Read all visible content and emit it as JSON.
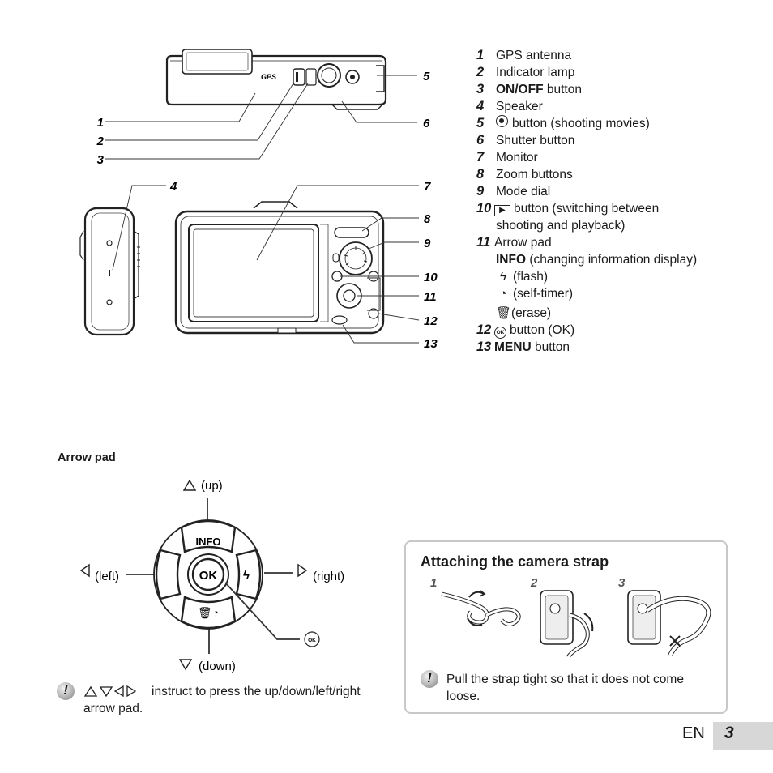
{
  "figure_labels": {
    "c1": "1",
    "c2": "2",
    "c3": "3",
    "c4": "4",
    "c5": "5",
    "c6": "6",
    "c7": "7",
    "c8": "8",
    "c9": "9",
    "c10": "10",
    "c11": "11",
    "c12": "12",
    "c13": "13",
    "gps_marking": "GPS"
  },
  "parts_list": [
    {
      "num": "1",
      "text": "GPS antenna"
    },
    {
      "num": "2",
      "text": "Indicator lamp"
    },
    {
      "num": "3",
      "bold": "ON/OFF",
      "text": " button"
    },
    {
      "num": "4",
      "text": "Speaker"
    },
    {
      "num": "5",
      "text": "button (shooting movies)",
      "icon": "movie-record-icon"
    },
    {
      "num": "6",
      "text": "Shutter button"
    },
    {
      "num": "7",
      "text": "Monitor"
    },
    {
      "num": "8",
      "text": "Zoom buttons"
    },
    {
      "num": "9",
      "text": "Mode dial"
    },
    {
      "num": "10",
      "text": "button (switching between",
      "cont": "shooting and playback)",
      "icon": "playback-icon"
    },
    {
      "num": "11",
      "text": "Arrow pad"
    },
    {
      "num": "12",
      "text": "button (OK)",
      "icon": "ok-button-icon"
    },
    {
      "num": "13",
      "bold": "MENU",
      "text": " button"
    }
  ],
  "arrow_pad_subitems": [
    {
      "bold": "INFO",
      "text": " (changing information display)"
    },
    {
      "text": "(flash)",
      "icon": "flash-icon"
    },
    {
      "text": "(self-timer)",
      "icon": "self-timer-icon"
    },
    {
      "text": "(erase)",
      "icon": "erase-icon"
    }
  ],
  "arrow_pad": {
    "heading": "Arrow pad",
    "up": "(up)",
    "down": "(down)",
    "left": "(left)",
    "right": "(right)",
    "info_label": "INFO",
    "ok_label": "OK",
    "ok_small": "OK"
  },
  "arrow_note": {
    "text_line1": "instruct to press the up/down/left/right",
    "text_line2": "arrow pad."
  },
  "strap": {
    "title": "Attaching the camera strap",
    "steps": [
      "1",
      "2",
      "3"
    ],
    "note_line1": "Pull the strap tight so that it does not come",
    "note_line2": "loose."
  },
  "footer": {
    "lang": "EN",
    "page": "3"
  }
}
